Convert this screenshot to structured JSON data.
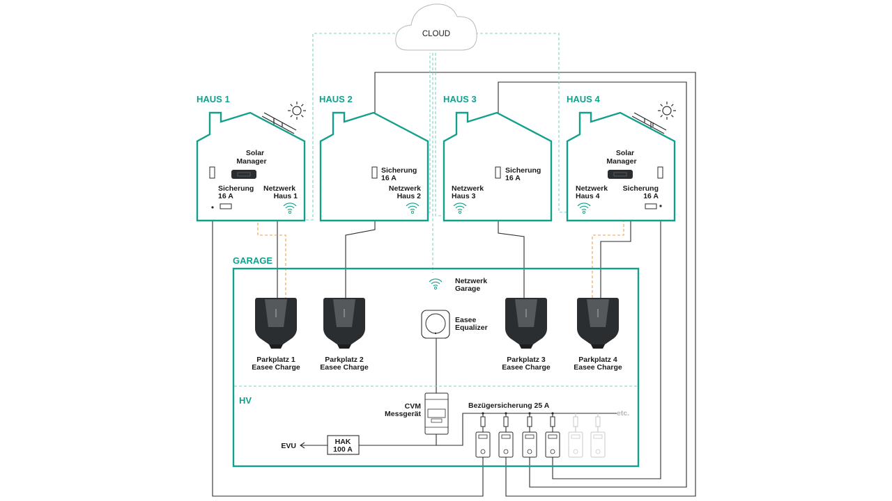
{
  "cloud": {
    "label": "CLOUD"
  },
  "houses": [
    {
      "title": "HAUS 1",
      "solar": "Solar",
      "manager": "Manager",
      "fuse": "Sicherung",
      "fuse_rating": "16 A",
      "network": "Netzwerk",
      "network_name": "Haus 1"
    },
    {
      "title": "HAUS 2",
      "fuse": "Sicherung",
      "fuse_rating": "16 A",
      "network": "Netzwerk",
      "network_name": "Haus 2"
    },
    {
      "title": "HAUS 3",
      "fuse": "Sicherung",
      "fuse_rating": "16 A",
      "network": "Netzwerk",
      "network_name": "Haus 3"
    },
    {
      "title": "HAUS 4",
      "solar": "Solar",
      "manager": "Manager",
      "fuse": "Sicherung",
      "fuse_rating": "16 A",
      "network": "Netzwerk",
      "network_name": "Haus 4"
    }
  ],
  "garage": {
    "title": "GARAGE",
    "network": "Netzwerk",
    "network_name": "Garage",
    "equalizer": "Easee",
    "equalizer_name": "Equalizer",
    "chargers": [
      {
        "name": "Parkplatz 1",
        "product": "Easee Charge"
      },
      {
        "name": "Parkplatz 2",
        "product": "Easee Charge"
      },
      {
        "name": "Parkplatz 3",
        "product": "Easee Charge"
      },
      {
        "name": "Parkplatz 4",
        "product": "Easee Charge"
      }
    ]
  },
  "hv": {
    "title": "HV",
    "cvm": "CVM",
    "cvm_name": "Messgerät",
    "main_fuse": "Bezügersicherung 25 A",
    "etc": "etc.",
    "hak": "HAK",
    "hak_rating": "100 A",
    "evu": "EVU"
  },
  "colors": {
    "accent": "#12a08c",
    "wireless_dashed": "#7cd0c3",
    "solar_dashed": "#eea24a",
    "power_line": "#2a2a2a",
    "charger_body": "#2b2e30"
  }
}
